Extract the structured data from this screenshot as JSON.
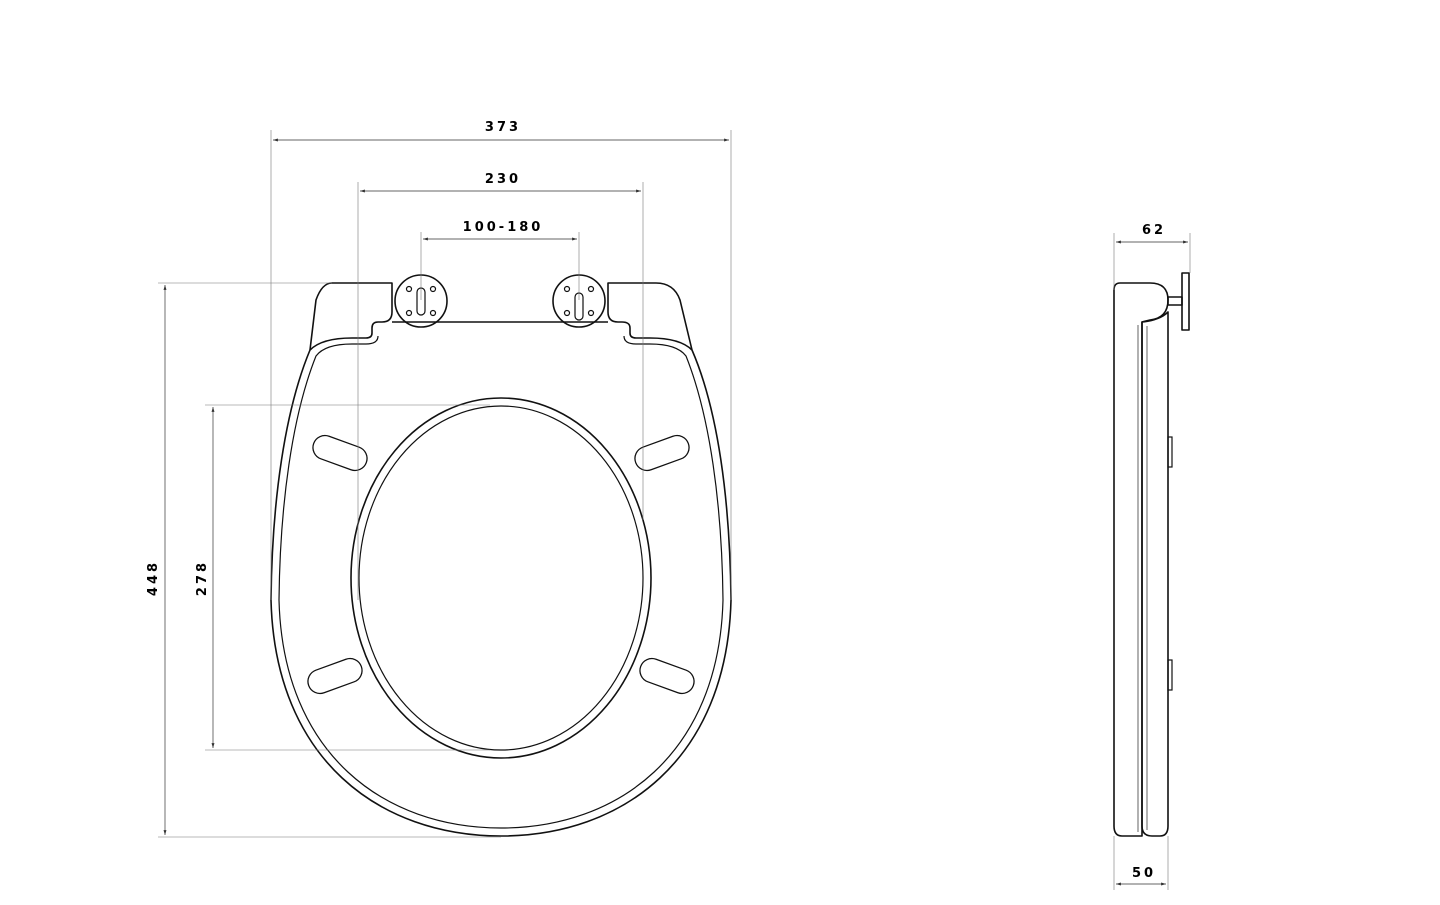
{
  "drawing": {
    "front_view": {
      "dimensions": {
        "overall_width": "373",
        "inner_width": "230",
        "hinge_spacing": "100-180",
        "overall_length": "448",
        "opening_length": "278"
      }
    },
    "side_view": {
      "dimensions": {
        "top_depth": "62",
        "bottom_depth": "50"
      }
    }
  }
}
